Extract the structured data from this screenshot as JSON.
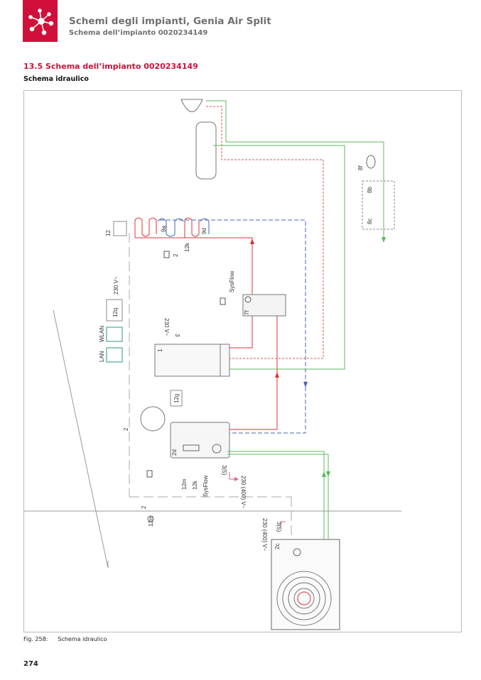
{
  "header": {
    "title": "Schemi degli impianti, Genia Air Split",
    "subtitle": "Schema dell’impianto 0020234149",
    "logo_icon": "network-nodes-icon",
    "brand_color": "#d0103a"
  },
  "section": {
    "number_title": "13.5 Schema dell’impianto 0020234149",
    "subtitle": "Schema idraulico"
  },
  "diagram": {
    "labels": {
      "thermostat": "12",
      "valve_9a": "9a",
      "valve_9d": "9d",
      "sensor_12k": "12k",
      "wire_2a": "2",
      "power_top": "230 V~",
      "gateway": "12q",
      "wlan": "WLAN",
      "lan": "LAN",
      "sysflow_top": "SysFlow",
      "module_7f": "7f",
      "cylinder": "1",
      "power_cyl": "230 V~",
      "wire_3": "3",
      "remote_12g": "12g",
      "indoor_unit": "2d",
      "cable_12m": "12m",
      "cable_12k": "12k",
      "cable_sysflow": "SysFlow",
      "wire_35": "3(5)",
      "power_indoor": "230 (400) V~",
      "outdoor_sensor": "12m",
      "power_outdoor": "230 (400) V~",
      "wire_35b": "3(5)",
      "outdoor_unit": "2c",
      "vessel_8f": "8f",
      "group_8b": "8b",
      "group_8c": "8c",
      "wire_2b": "2",
      "wire_2c": "2"
    },
    "colors": {
      "flow": "#e0303a",
      "return": "#4a66b0",
      "cold": "#5cb85c",
      "dhw": "#e05050",
      "accent_teal": "#2a9a8a"
    }
  },
  "caption": {
    "fig": "Fig. 258:",
    "text": "Schema idraulico"
  },
  "page_number": "274"
}
